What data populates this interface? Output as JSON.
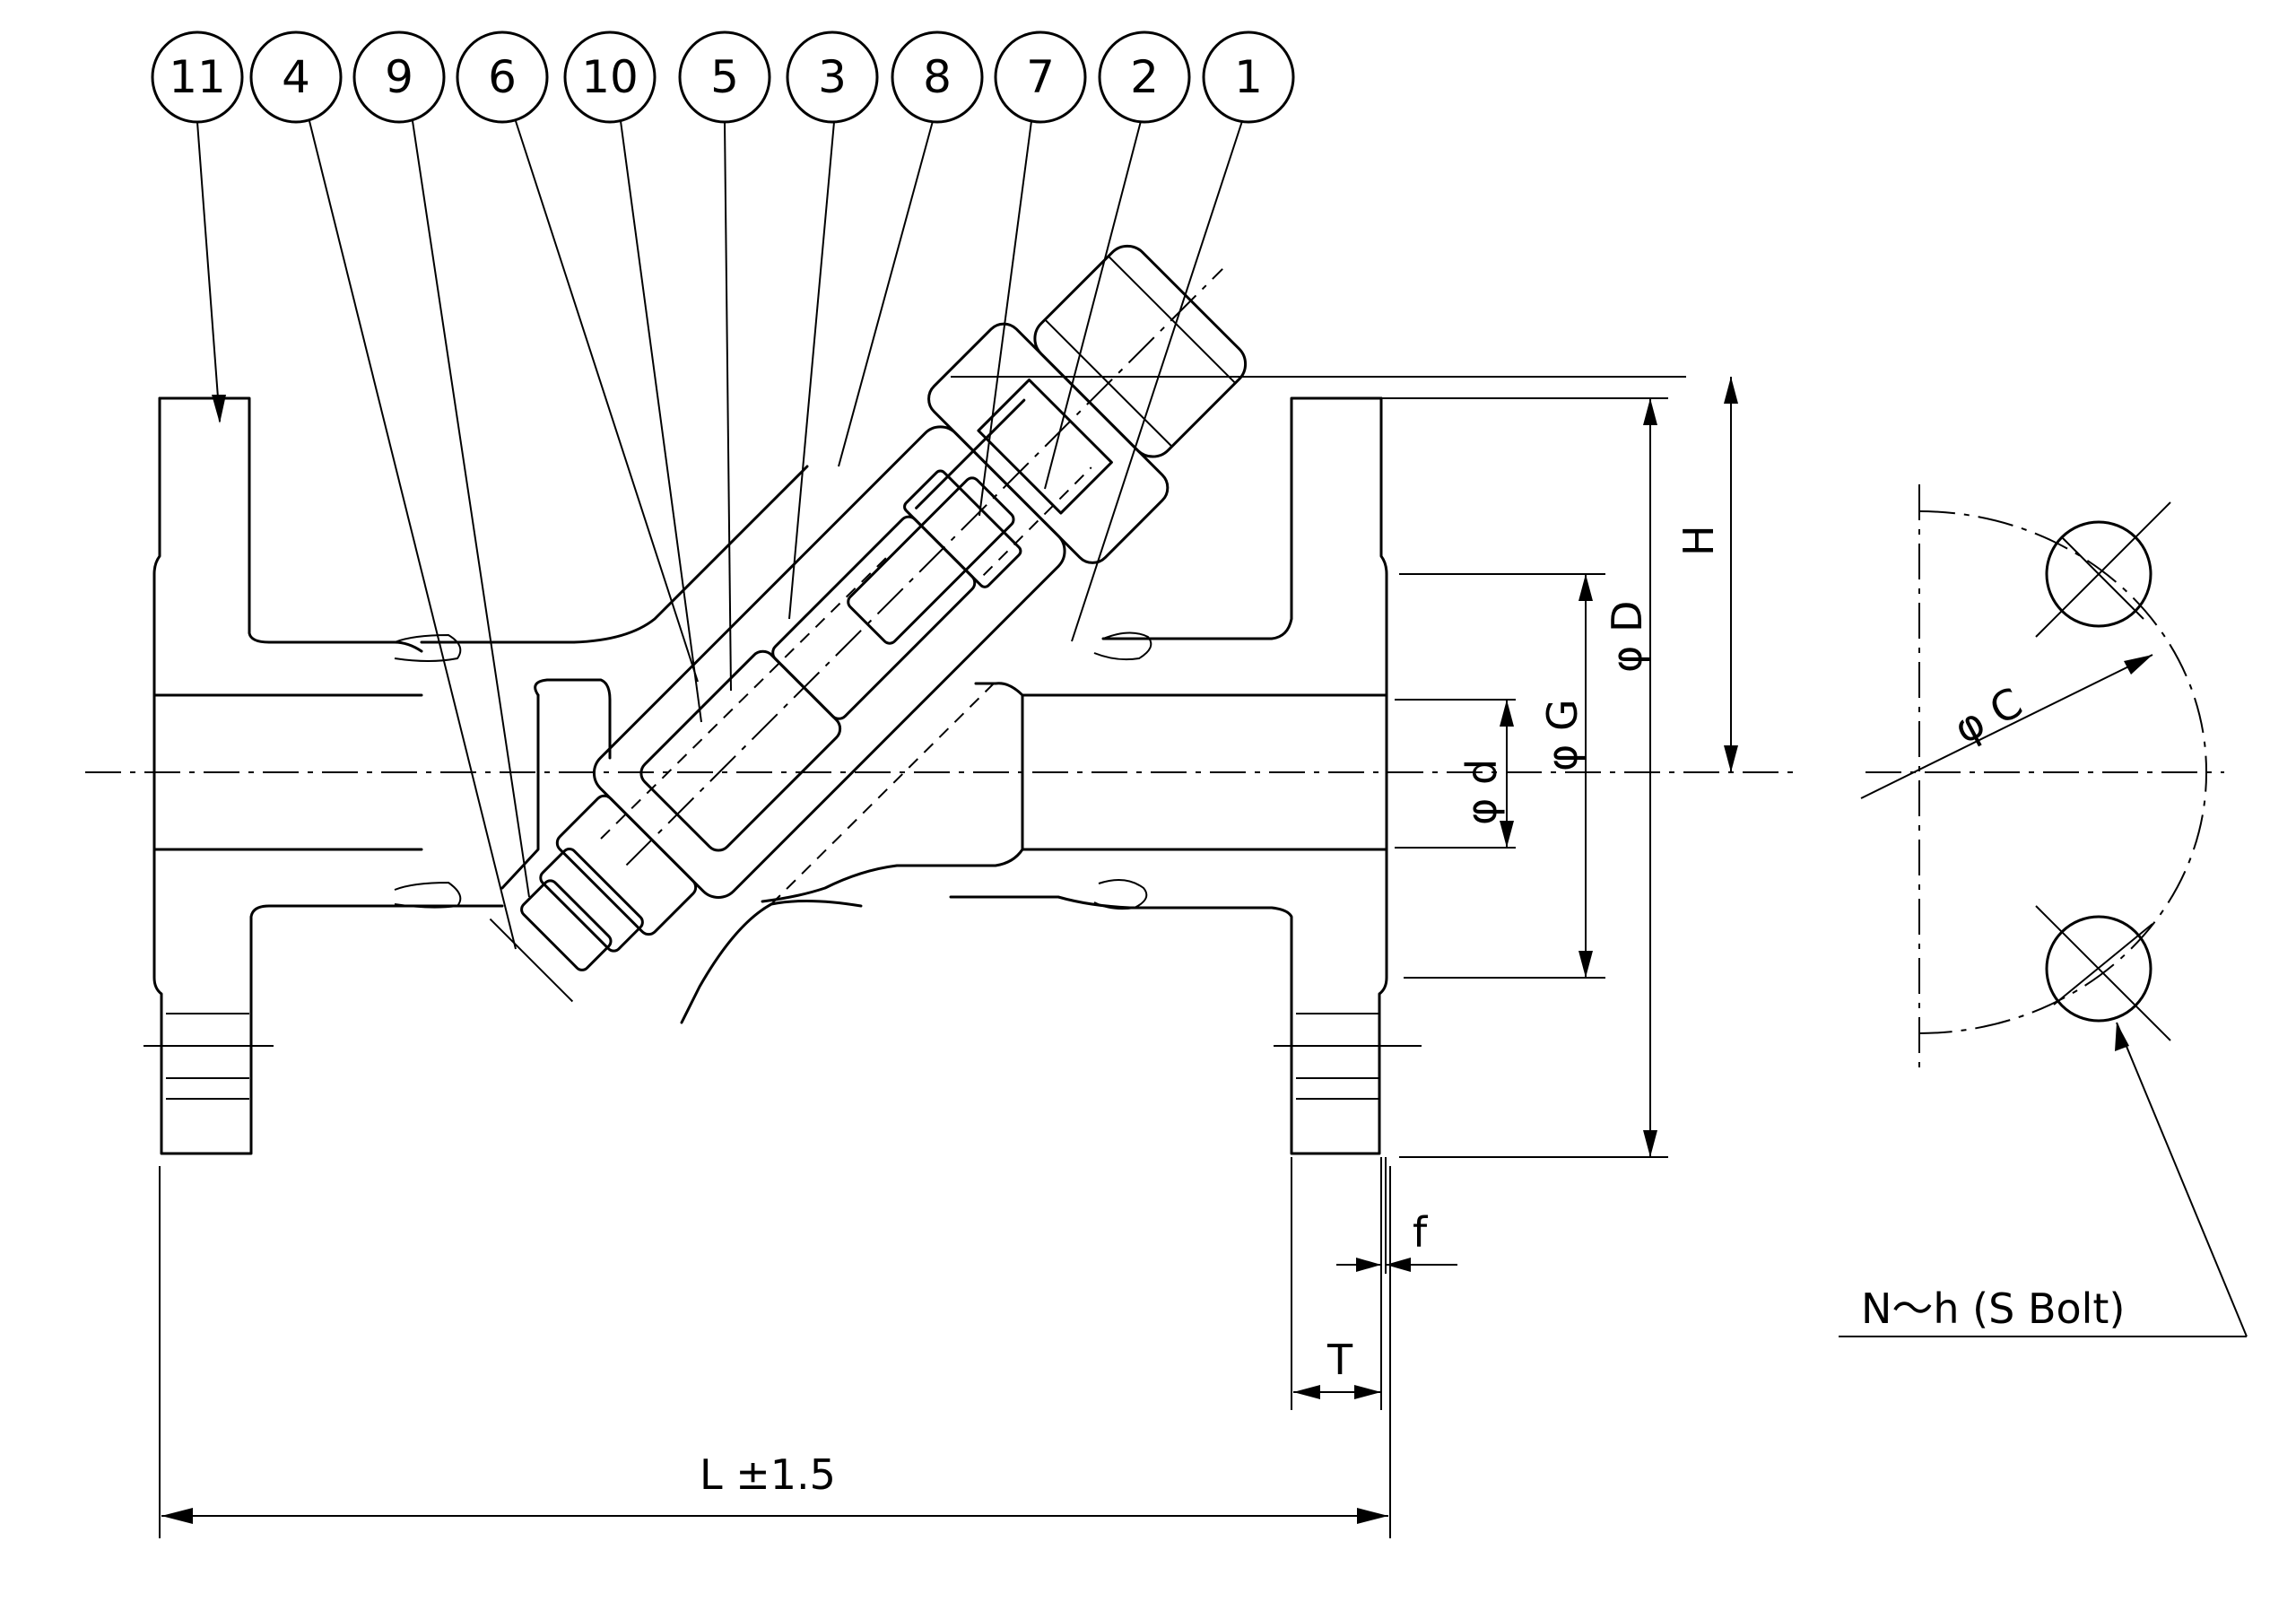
{
  "callouts": [
    "11",
    "4",
    "9",
    "6",
    "10",
    "5",
    "3",
    "8",
    "7",
    "2",
    "1"
  ],
  "dimensions": {
    "length": "L ±1.5",
    "thickness": "T",
    "face": "f",
    "height": "H",
    "outer_dia": "φ D",
    "raised_face_dia": "φ G",
    "bore_dia": "φ d",
    "bolt_circle": "φ C",
    "bolt_holes": "N～h (S Bolt)"
  }
}
